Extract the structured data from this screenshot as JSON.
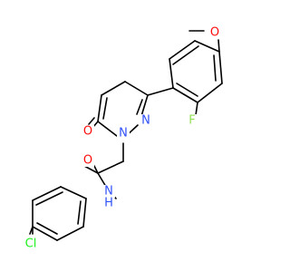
{
  "molecule": {
    "atom_labels": {
      "o_methoxy": "O",
      "f": "F",
      "o_keto": "O",
      "n_ring1": "N",
      "n_ring2": "N",
      "o_amide": "O",
      "n_amide": "N",
      "h_amide": "H",
      "cl": "Cl"
    },
    "colors": {
      "carbon_bond": "#000000",
      "oxygen": "#ff0d0d",
      "nitrogen": "#3050f8",
      "fluorine": "#90e050",
      "chlorine": "#1ff01f"
    }
  }
}
